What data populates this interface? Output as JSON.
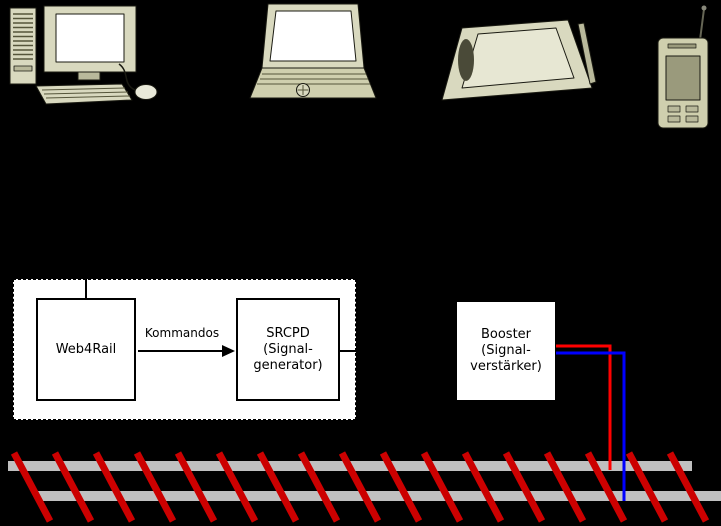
{
  "colors": {
    "background": "#000000",
    "wire_red": "#ff0000",
    "wire_blue": "#0000ff",
    "rail_gray": "#c0c0c0",
    "tie_red": "#cc0000"
  },
  "icons": [
    "desktop-computer-icon",
    "laptop-icon",
    "touchpad-icon",
    "mobile-phone-icon"
  ],
  "boxes": {
    "web4rail": {
      "label": "Web4Rail"
    },
    "srcpd": {
      "lines": [
        "SRCPD",
        "(Signal-",
        "generator)"
      ]
    },
    "booster": {
      "lines": [
        "Booster",
        "(Signal-",
        "verstärker)"
      ]
    }
  },
  "labels": {
    "kommandos": "Kommandos"
  }
}
